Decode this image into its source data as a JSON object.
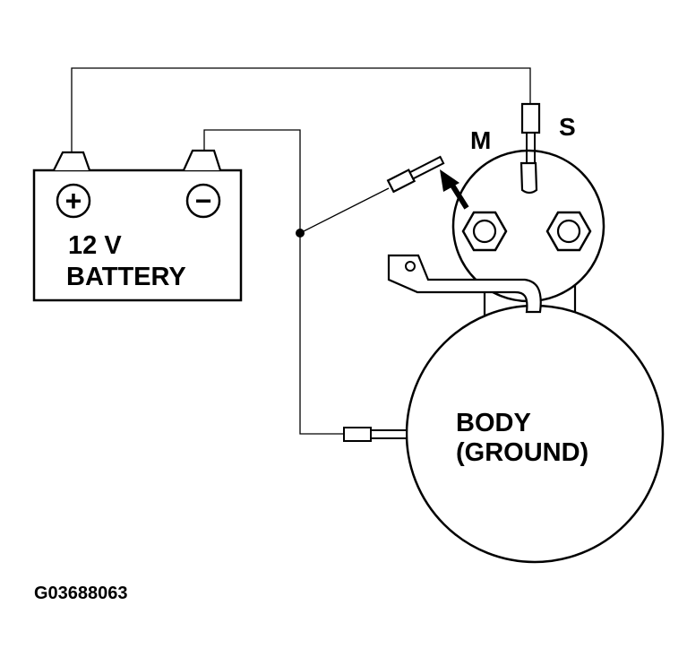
{
  "battery": {
    "voltage_label": "12 V",
    "name_label": "BATTERY",
    "positive_symbol": "+",
    "negative_symbol": "−"
  },
  "solenoid": {
    "terminal_m_label": "M",
    "terminal_s_label": "S"
  },
  "motor": {
    "body_label_line1": "BODY",
    "body_label_line2": "(GROUND)"
  },
  "figure_id": "G03688063",
  "colors": {
    "ink": "#000000",
    "paper": "#ffffff"
  }
}
